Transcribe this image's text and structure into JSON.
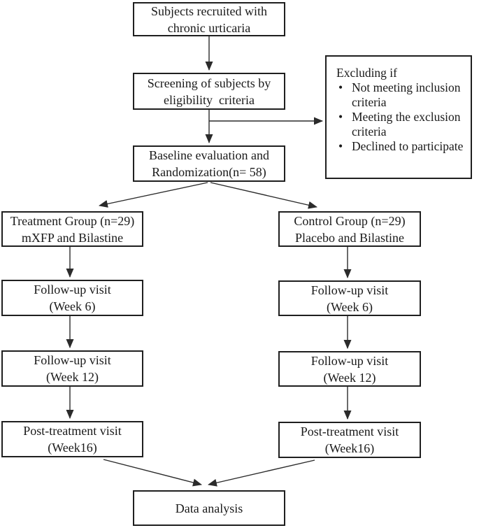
{
  "diagram": {
    "colors": {
      "ink": "#1a1a1a",
      "line": "#2b2b2b",
      "border": "#1f1f1f",
      "background": "#ffffff"
    },
    "boxes": {
      "recruit": {
        "text": "Subjects recruited with\nchronic urticaria"
      },
      "screening": {
        "text": "Screening of subjects by\neligibility  criteria"
      },
      "excluding": {
        "title": "Excluding if",
        "bullet_char": "•",
        "bullets": [
          "Not meeting inclusion\ncriteria",
          "Meeting the exclusion\ncriteria",
          "Declined to participate"
        ]
      },
      "baseline": {
        "text": "Baseline evaluation and\nRandomization(n= 58)"
      },
      "treatment_group": {
        "text": "Treatment Group (n=29)\nmXFP and Bilastine"
      },
      "control_group": {
        "text": "Control Group (n=29)\nPlacebo and Bilastine"
      },
      "treatment_week6": {
        "text": "Follow-up visit\n(Week 6)"
      },
      "control_week6": {
        "text": "Follow-up visit\n(Week 6)"
      },
      "treatment_week12": {
        "text": "Follow-up visit\n(Week 12)"
      },
      "control_week12": {
        "text": "Follow-up visit\n(Week 12)"
      },
      "treatment_post": {
        "text": "Post-treatment visit\n(Week16)"
      },
      "control_post": {
        "text": "Post-treatment visit\n(Week16)"
      },
      "data_analysis": {
        "text": "Data analysis"
      }
    }
  }
}
